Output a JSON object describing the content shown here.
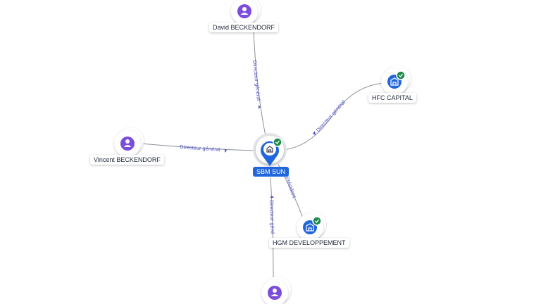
{
  "colors": {
    "person": "#7c4ddb",
    "company": "#2266dd",
    "edge": "#8a8f99",
    "edge_label": "#4f56c9",
    "check": "#1e8a4a"
  },
  "center": {
    "label": "SBM SUN",
    "icon": "building-icon",
    "verified": true
  },
  "nodes": {
    "david": {
      "label": "David BECKENDORF",
      "type": "person",
      "icon": "person-icon"
    },
    "vincent": {
      "label": "Vincent BECKENDORF",
      "type": "person",
      "icon": "person-icon"
    },
    "hfc": {
      "label": "HFC CAPITAL",
      "type": "company",
      "icon": "building-icon",
      "verified": true
    },
    "hgm": {
      "label": "HGM DEVELOPPEMENT",
      "type": "company",
      "icon": "building-icon",
      "verified": true
    },
    "bottom_person": {
      "label": "",
      "type": "person",
      "icon": "person-icon"
    }
  },
  "edges": {
    "david_center": "Directeur général",
    "vincent_center": "Directeur général",
    "center_hfc": "Directeur général",
    "center_hgm": "Président",
    "bottom_center": "Directeur géné"
  }
}
